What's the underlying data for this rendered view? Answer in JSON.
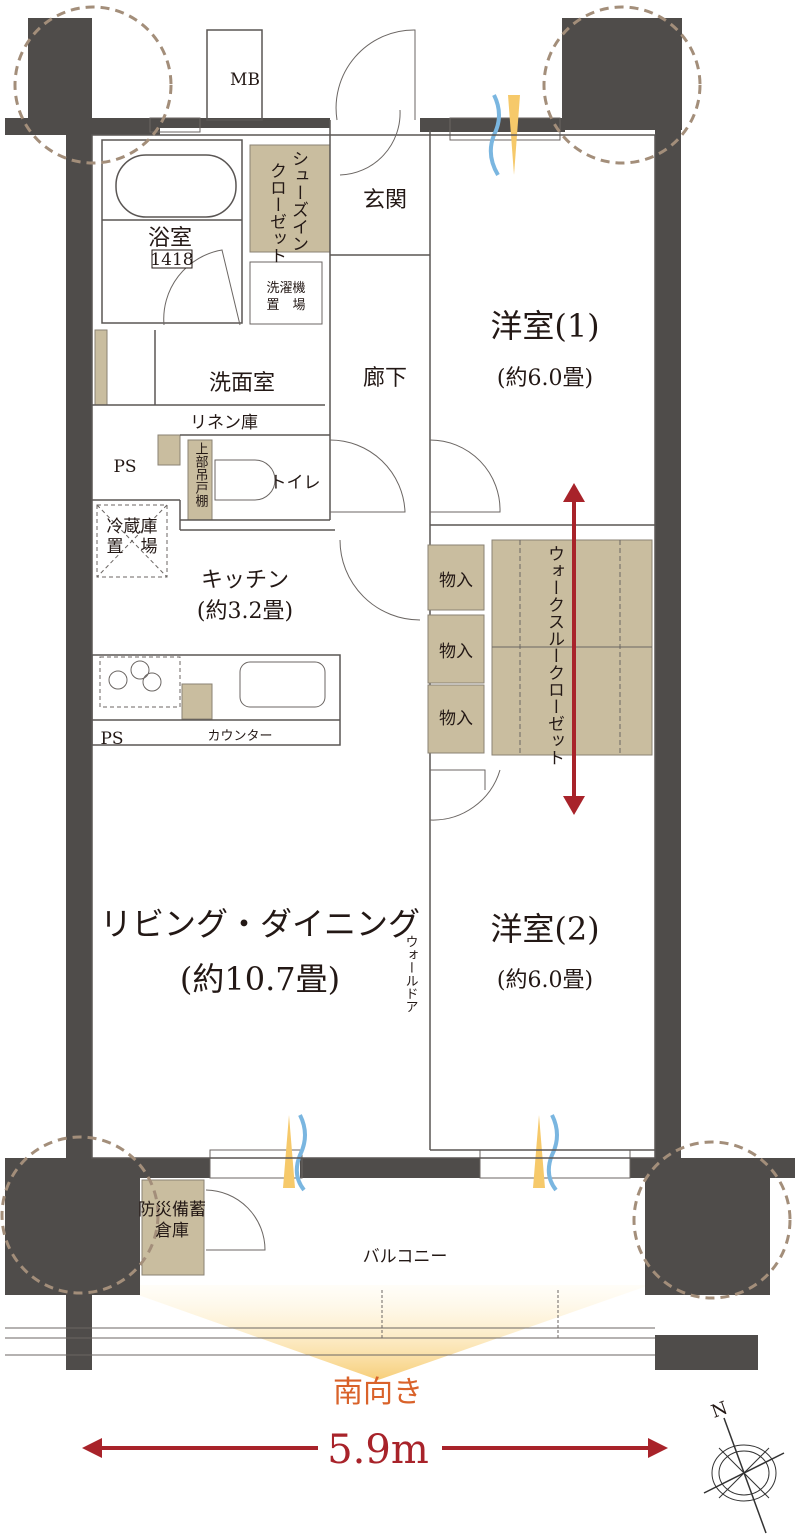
{
  "colors": {
    "wall": "#4f4c4a",
    "storage": "#c9bd9f",
    "arrow": "#a8232a",
    "south": "#d9622a",
    "sun": "#f6c96a",
    "breeze": "#7ab6e0"
  },
  "labels": {
    "mb": "MB",
    "bath": "浴室",
    "bath_size": "1418",
    "shoe_closet_1": "シューズイン",
    "shoe_closet_2": "クローゼット",
    "entrance": "玄関",
    "washer_1": "洗濯機",
    "washer_2": "置　場",
    "bedroom1": "洋室(1)",
    "bedroom1_size": "(約6.0畳)",
    "washroom": "洗面室",
    "hallway": "廊下",
    "linen": "リネン庫",
    "ps_upper": "PS",
    "upper_cabinet": "上部吊戸棚",
    "toilet": "トイレ",
    "fridge_1": "冷蔵庫",
    "fridge_2": "置　場",
    "kitchen": "キッチン",
    "kitchen_size": "(約3.2畳)",
    "storage": "物入",
    "walk_through_closet": "ウォークスルークローゼット",
    "ps_lower": "PS",
    "counter": "カウンター",
    "living": "リビング・ダイニング",
    "living_size": "(約10.7畳)",
    "wall_door": "ウォールドア",
    "bedroom2": "洋室(2)",
    "bedroom2_size": "(約6.0畳)",
    "disaster_storage_1": "防災備蓄",
    "disaster_storage_2": "倉庫",
    "balcony": "バルコニー",
    "south_facing": "南向き",
    "width": "5.9m",
    "north": "N"
  }
}
